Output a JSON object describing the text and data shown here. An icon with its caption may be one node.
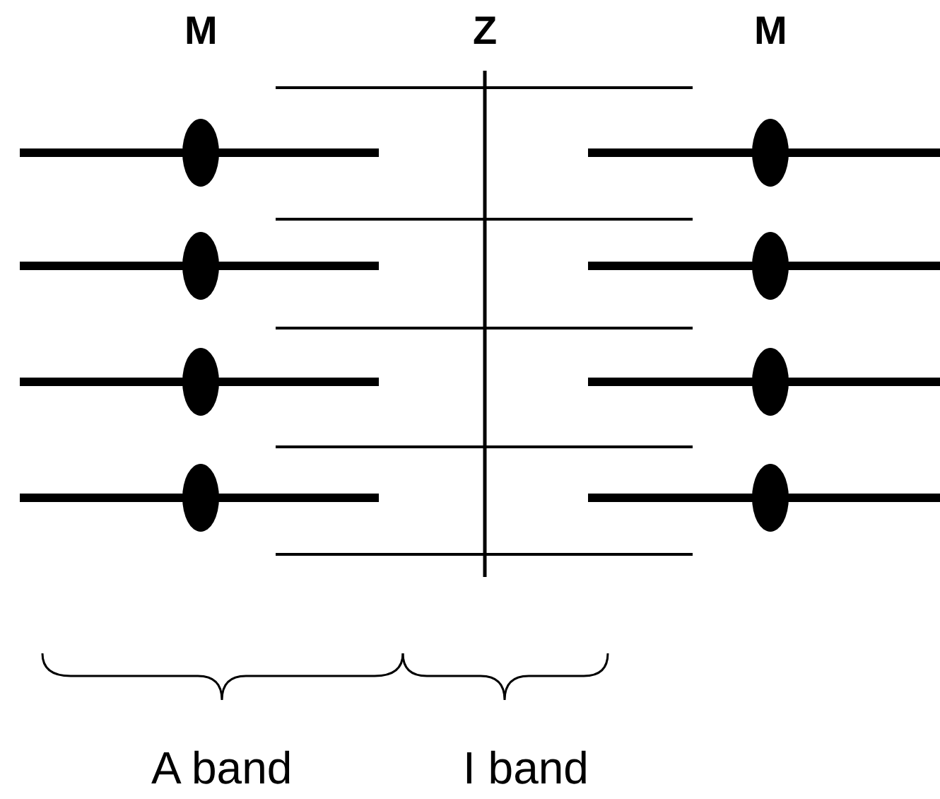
{
  "diagram": {
    "labels": [
      "M",
      "Z",
      "M",
      "A band",
      "I band"
    ]
  }
}
